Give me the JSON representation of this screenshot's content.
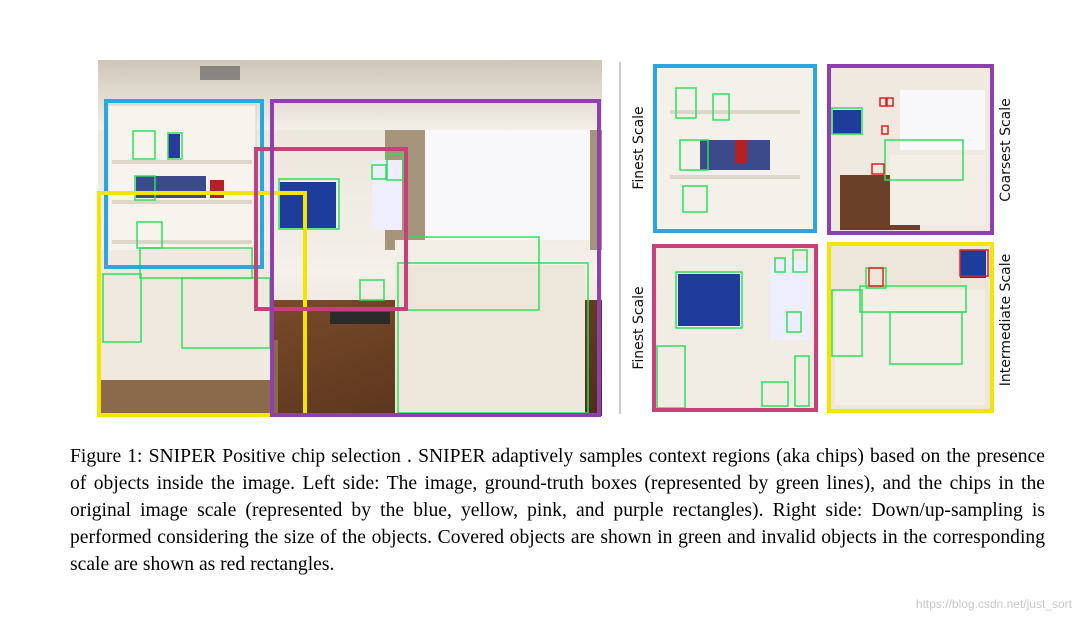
{
  "figure": {
    "labels": {
      "top_left": "Finest Scale",
      "top_right": "Coarsest Scale",
      "bottom_left": "Finest Scale",
      "bottom_right": "Intermediate Scale"
    },
    "colors": {
      "chip_blue": "#2aa7df",
      "chip_yellow": "#f2e600",
      "chip_pink": "#c8407a",
      "chip_purple": "#8e3fb0",
      "ground_truth": "#2ee05a",
      "invalid": "#e02020"
    }
  },
  "caption": {
    "text": "Figure 1: SNIPER Positive chip selection . SNIPER adaptively samples context regions (aka chips) based on the presence of objects inside the image. Left side: The image, ground-truth boxes (represented by green lines), and the chips in the original image scale (represented by the blue, yellow, pink, and purple rectangles). Right side: Down/up-sampling is performed considering the size of the objects. Covered objects are shown in green and invalid objects in the corresponding scale are shown as red rectangles."
  },
  "watermark": "https://blog.csdn.net/just_sort"
}
